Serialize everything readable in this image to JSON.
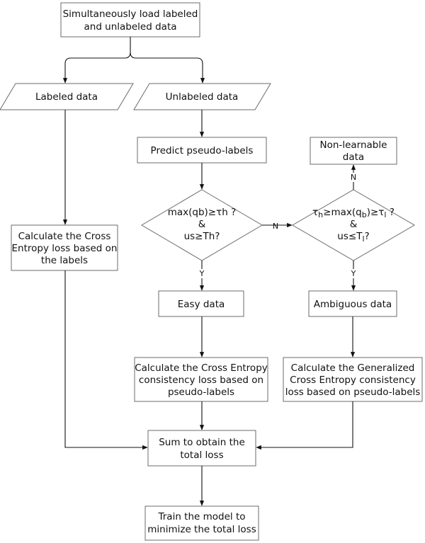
{
  "nodes": {
    "load": [
      "Simultaneously load labeled",
      "and unlabeled data"
    ],
    "labeled": "Labeled data",
    "unlabeled": "Unlabeled data",
    "predict": "Predict  pseudo-labels",
    "decision1": {
      "line1": "max(qb)≥τh ?",
      "line2": "&",
      "line3": "us≥Th?"
    },
    "decision2": {
      "line1_pre": "τ",
      "line1_sub1": "h",
      "line1_mid1": "≥max(q",
      "line1_sub2": "b",
      "line1_mid2": ")≥τ",
      "line1_sub3": "l",
      "line1_post": " ?",
      "line2": "&",
      "line3_pre": "us≤T",
      "line3_sub": "l",
      "line3_post": "?"
    },
    "nonlearnable": [
      "Non-learnable",
      "data"
    ],
    "easy": "Easy data",
    "ambiguous": "Ambiguous  data",
    "ce_labels": [
      "Calculate the Cross",
      "Entropy loss based on",
      "the labels"
    ],
    "ce_pseudo": [
      "Calculate the Cross Entropy",
      "consistency loss based on",
      "pseudo-labels"
    ],
    "gce_pseudo": [
      "Calculate the Generalized",
      "Cross Entropy consistency",
      "loss based on pseudo-labels"
    ],
    "sum": [
      "Sum to obtain the",
      "total loss"
    ],
    "train": [
      "Train the model to",
      "minimize the total loss"
    ]
  },
  "edge_labels": {
    "no1": "N",
    "no2": "N",
    "yes1": "Y",
    "yes2": "Y"
  }
}
